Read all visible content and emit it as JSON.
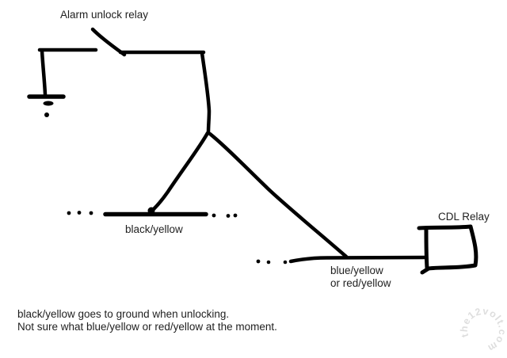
{
  "page": {
    "background_color": "#ffffff",
    "ink_color": "#000000",
    "text_color": "#1f1f1f",
    "watermark_color": "#dedede"
  },
  "labels": {
    "alarm_unlock_relay": "Alarm unlock relay",
    "black_yellow": "black/yellow",
    "blue_yellow": "blue/yellow",
    "blue_yellow_alt": "or red/yellow",
    "cdl_relay": "CDL Relay"
  },
  "notes": {
    "line1": "black/yellow goes to ground when unlocking.",
    "line2": "Not sure what blue/yellow or red/yellow at the moment."
  },
  "watermark": {
    "text": "the12volt.com"
  }
}
